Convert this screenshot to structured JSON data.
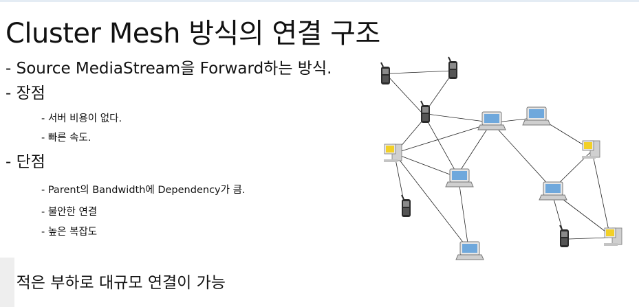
{
  "slide": {
    "title": "Cluster Mesh 방식의 연결 구조",
    "bullets": {
      "intro": "- Source MediaStream을 Forward하는 방식.",
      "pros_heading": "- 장점",
      "pros": [
        "- 서버 비용이 없다.",
        "- 빠른 속도."
      ],
      "cons_heading": "- 단점",
      "cons": [
        "- Parent의 Bandwidth에 Dependency가 큼.",
        "- 불안한 연결",
        "- 높은 복잡도"
      ],
      "conclusion": "- 적은 부하로 대규모 연결이 가능"
    }
  },
  "diagram": {
    "nodes": [
      {
        "id": "phone-top-left",
        "icon": "mobile-phone-icon"
      },
      {
        "id": "phone-top-right",
        "icon": "mobile-phone-icon"
      },
      {
        "id": "phone-center",
        "icon": "mobile-phone-icon"
      },
      {
        "id": "laptop-center",
        "icon": "laptop-icon"
      },
      {
        "id": "laptop-right-top",
        "icon": "laptop-icon"
      },
      {
        "id": "desktop-left",
        "icon": "desktop-computer-icon"
      },
      {
        "id": "desktop-right",
        "icon": "desktop-computer-icon"
      },
      {
        "id": "laptop-middle",
        "icon": "laptop-icon"
      },
      {
        "id": "laptop-right-middle",
        "icon": "laptop-icon"
      },
      {
        "id": "phone-lower-left",
        "icon": "mobile-phone-icon"
      },
      {
        "id": "phone-lower-right",
        "icon": "mobile-phone-icon"
      },
      {
        "id": "desktop-lower-right",
        "icon": "desktop-computer-icon"
      },
      {
        "id": "laptop-bottom",
        "icon": "laptop-icon"
      }
    ],
    "colors": {
      "edge": "#222222",
      "laptop_screen": "#6fa8dc",
      "desktop_screen": "#f2d027",
      "device_body": "#d9d9d9",
      "phone_body": "#2b2b2b"
    }
  }
}
